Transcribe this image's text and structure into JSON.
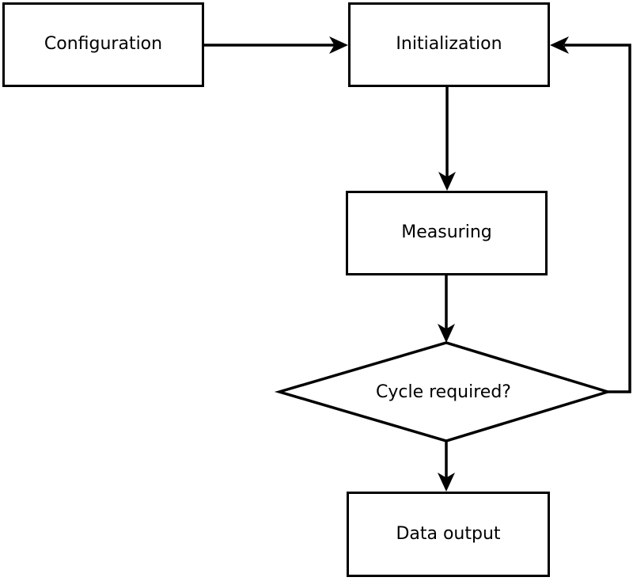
{
  "diagram": {
    "colors": {
      "background": "#ffffff",
      "line": "#000000",
      "text": "#000000",
      "node_fill": "#ffffff"
    },
    "nodes": {
      "configuration": {
        "label": "Configuration",
        "shape": "rectangle"
      },
      "initialization": {
        "label": "Initialization",
        "shape": "rectangle"
      },
      "measuring": {
        "label": "Measuring",
        "shape": "rectangle"
      },
      "cycle_required": {
        "label": "Cycle required?",
        "shape": "diamond"
      },
      "data_output": {
        "label": "Data output",
        "shape": "rectangle"
      }
    },
    "edges": [
      {
        "from": "configuration",
        "to": "initialization"
      },
      {
        "from": "initialization",
        "to": "measuring"
      },
      {
        "from": "measuring",
        "to": "cycle_required"
      },
      {
        "from": "cycle_required",
        "to": "data_output"
      },
      {
        "from": "cycle_required",
        "to": "initialization"
      }
    ]
  }
}
